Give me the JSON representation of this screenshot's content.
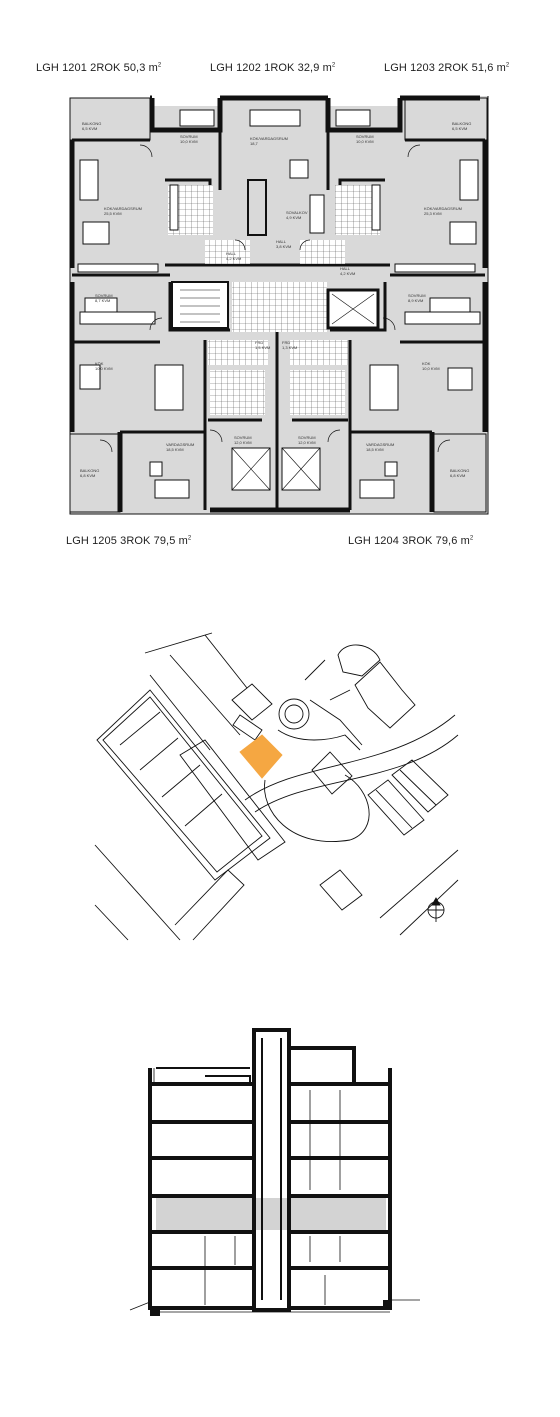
{
  "units": {
    "u1201": {
      "label": "LGH 1201 2ROK 50,3 m",
      "sup": "2"
    },
    "u1202": {
      "label": "LGH 1202 1ROK 32,9 m",
      "sup": "2"
    },
    "u1203": {
      "label": "LGH 1203 2ROK 51,6 m",
      "sup": "2"
    },
    "u1205": {
      "label": "LGH 1205 3ROK 79,5 m",
      "sup": "2"
    },
    "u1204": {
      "label": "LGH 1204 3ROK 79,6 m",
      "sup": "2"
    }
  },
  "rooms": {
    "balkong1": "BALKONG",
    "balkong1_area": "6,5 KVM",
    "sovrum1201": "SOVRUM",
    "sovrum1201_area": "10,0 KVM",
    "kok_vard_1201": "KÖK/VARDAGSRUM",
    "kok_vard_1201_area": "25,5 KVM",
    "kok_vard_1202": "KÖK/VARDAGSRUM",
    "kok_vard_1202_area": "18,7",
    "sovalkov": "SOVALKOV",
    "sovalkov_area": "4,9 KVM",
    "sovrum1203": "SOVRUM",
    "sovrum1203_area": "10,0 KVM",
    "balkong3": "BALKONG",
    "balkong3_area": "6,5 KVM",
    "kok_vard_1203": "KÖK/VARDAGSRUM",
    "kok_vard_1203_area": "25,3 KVM",
    "hall1": "HALL",
    "hall1_area": "4,2 KVM",
    "hall2": "HALL",
    "hall2_area": "3,8 KVM",
    "hall3": "HALL",
    "hall3_area": "4,2 KVM",
    "sovrum1205a": "SOVRUM",
    "sovrum1205a_area": "8,7 KVM",
    "sovrum1204a": "SOVRUM",
    "sovrum1204a_area": "8,9 KVM",
    "kok1205": "KÖK",
    "kok1205_area": "10,0 KVM",
    "kok1204": "KÖK",
    "kok1204_area": "10,0 KVM",
    "frd1": "FRD",
    "frd1_area": "1,5 KVM",
    "frd2": "FRD",
    "frd2_area": "1,3 KVM",
    "balkong5": "BALKONG",
    "balkong5_area": "6,8 KVM",
    "vard1205": "VARDAGSRUM",
    "vard1205_area": "18,5 KVM",
    "sovrum1205b": "SOVRUM",
    "sovrum1205b_area": "12,0 KVM",
    "sovrum1204b": "SOVRUM",
    "sovrum1204b_area": "12,0 KVM",
    "vard1204": "VARDAGSRUM",
    "vard1204_area": "18,5 KVM",
    "balkong4": "BALKONG",
    "balkong4_area": "6,8 KVM"
  },
  "colors": {
    "wall": "#111111",
    "floor": "#d9d9d9",
    "highlight": "#f5a742",
    "section_floor": "#d3d3d3"
  },
  "north_arrow": "north-arrow-icon"
}
